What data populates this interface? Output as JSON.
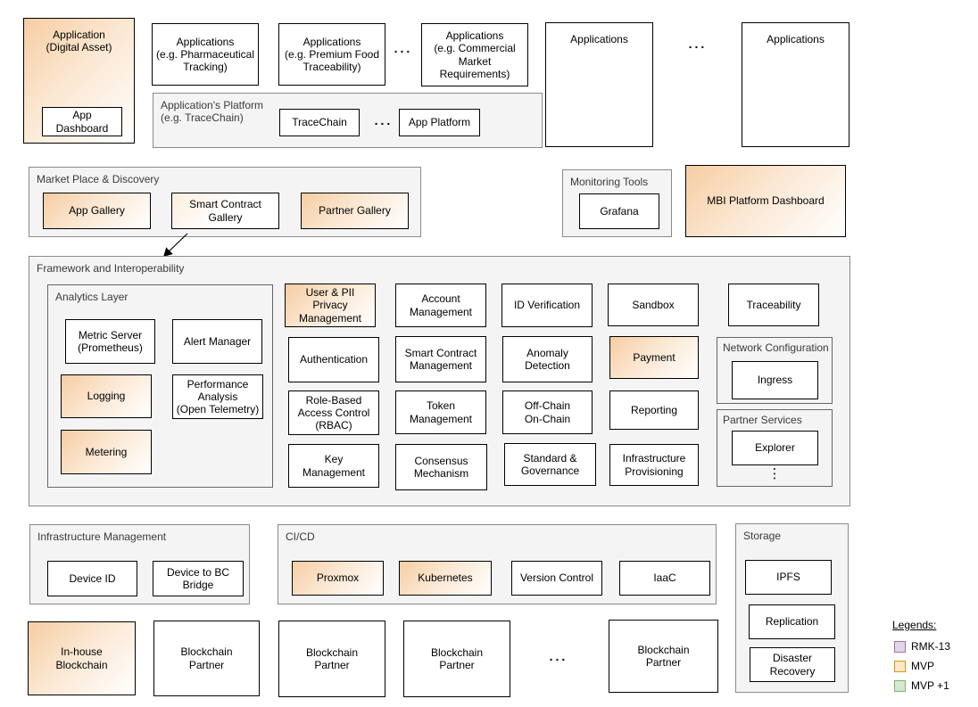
{
  "top_row": {
    "application_digital_asset": "Application\n(Digital Asset)",
    "app_dashboard": "App\nDashboard",
    "applications_pharma": "Applications\n(e.g. Pharmaceutical\nTracking)",
    "applications_premium_food": "Applications\n(e.g. Premium Food\nTraceability)",
    "ellipsis1": "...",
    "applications_commercial": "Applications\n(e.g. Commercial\nMarket\nRequirements)",
    "applications_generic1": "Applications",
    "ellipsis2": "...",
    "applications_generic2": "Applications"
  },
  "app_platform": {
    "label": "Application's Platform\n(e.g. TraceChain)",
    "tracechain": "TraceChain",
    "ellipsis": "...",
    "app_platform": "App Platform"
  },
  "marketplace": {
    "label": "Market Place & Discovery",
    "app_gallery": "App Gallery",
    "smart_contract_gallery": "Smart Contract\nGallery",
    "partner_gallery": "Partner Gallery"
  },
  "monitoring": {
    "label": "Monitoring Tools",
    "grafana": "Grafana"
  },
  "mbi_dashboard": "MBI Platform Dashboard",
  "framework": {
    "label": "Framework and Interoperability",
    "analytics": {
      "label": "Analytics Layer",
      "metric_server": "Metric Server\n(Prometheus)",
      "alert_manager": "Alert Manager",
      "logging": "Logging",
      "performance_analysis": "Performance\nAnalysis\n(Open Telemetry)",
      "metering": "Metering"
    },
    "user_pii": "User & PII\nPrivacy\nManagement",
    "account_management": "Account\nManagement",
    "id_verification": "ID Verification",
    "sandbox": "Sandbox",
    "traceability": "Traceability",
    "authentication": "Authentication",
    "smart_contract_management": "Smart Contract\nManagement",
    "anomaly_detection": "Anomaly\nDetection",
    "payment": "Payment",
    "network_configuration": {
      "label": "Network Configuration",
      "ingress": "Ingress"
    },
    "rbac": "Role-Based\nAccess Control\n(RBAC)",
    "token_management": "Token\nManagement",
    "offchain_onchain": "Off-Chain\nOn-Chain",
    "reporting": "Reporting",
    "partner_services": {
      "label": "Partner Services",
      "explorer": "Explorer",
      "vertical_ellipsis": "⋮"
    },
    "key_management": "Key\nManagement",
    "consensus_mechanism": "Consensus\nMechanism",
    "standard_governance": "Standard &\nGovernance",
    "infrastructure_provisioning": "Infrastructure\nProvisioning"
  },
  "infrastructure_management": {
    "label": "Infrastructure Management",
    "device_id": "Device ID",
    "device_bc_bridge": "Device to BC\nBridge"
  },
  "cicd": {
    "label": "CI/CD",
    "proxmox": "Proxmox",
    "kubernetes": "Kubernetes",
    "version_control": "Version Control",
    "iaac": "IaaC"
  },
  "storage": {
    "label": "Storage",
    "ipfs": "IPFS",
    "replication": "Replication",
    "disaster_recovery": "Disaster\nRecovery"
  },
  "blockchain_row": {
    "in_house": "In-house\nBlockchain",
    "partner1": "Blockchain\nPartner",
    "partner2": "Blockchain\nPartner",
    "partner3": "Blockchain\nPartner",
    "ellipsis": "...",
    "partner4": "Blockchain\nPartner"
  },
  "legend": {
    "title": "Legends:",
    "items": [
      {
        "label": "RMK-13",
        "fill": "#E1D5E7",
        "border": "#9673A6"
      },
      {
        "label": "MVP",
        "fill": "#FFE6CC",
        "border": "#D79B00"
      },
      {
        "label": "MVP +1",
        "fill": "#D5E8D4",
        "border": "#82B366"
      }
    ]
  },
  "colors": {
    "mvp_gradient_start": "#F6CDA3",
    "group_fill": "#F4F4F4",
    "box_border": "#000000"
  }
}
